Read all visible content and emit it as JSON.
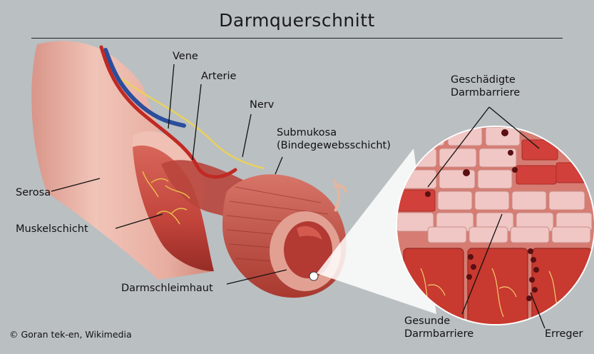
{
  "title": "Darmquerschnitt",
  "labels": {
    "vene": "Vene",
    "arterie": "Arterie",
    "nerv": "Nerv",
    "submukosa_1": "Submukosa",
    "submukosa_2": "(Bindegewebsschicht)",
    "serosa": "Serosa",
    "muskelschicht": "Muskelschicht",
    "darmschleimhaut": "Darmschleimhaut",
    "geschaedigte_1": "Geschädigte",
    "geschaedigte_2": "Darmbarriere",
    "gesunde_1": "Gesunde",
    "gesunde_2": "Darmbarriere",
    "erreger": "Erreger"
  },
  "credit": "© Goran tek-en, Wikimedia",
  "colors": {
    "background": "#babfc2",
    "serosa": "#e7b3a7",
    "muscle": "#c64a40",
    "submucosa": "#cf6a5d",
    "mucosa": "#a8332c",
    "vein": "#2b4e9c",
    "artery": "#c02a24",
    "nerve": "#e9d15c",
    "cell": "#f0c7c4",
    "pathogen": "#5a0f12"
  }
}
